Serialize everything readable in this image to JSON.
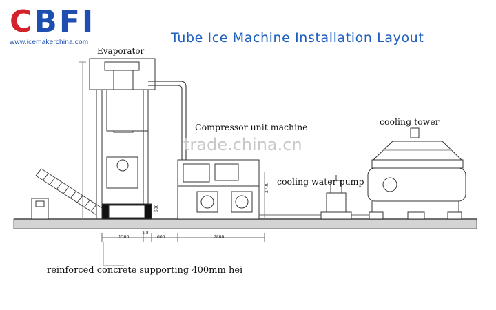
{
  "logo": {
    "brand": "CBFI",
    "url": "www.icemakerchina.com",
    "colors": {
      "red": "#d2232a",
      "blue": "#1e4fb0"
    }
  },
  "title": "Tube Ice Machine Installation Layout",
  "labels": {
    "evaporator": "Evaporator",
    "compressor": "Compressor unit machine",
    "cooling_water_pump": "cooling water pump",
    "cooling_tower": "cooling tower",
    "foundation": "reinforced concrete supporting 400mm hei"
  },
  "dimensions": {
    "d1500": "1500",
    "d600": "600",
    "d2800": "2800",
    "d300": "300",
    "d500": "500",
    "d2700": "2700"
  },
  "watermark": "trade.china.cn"
}
